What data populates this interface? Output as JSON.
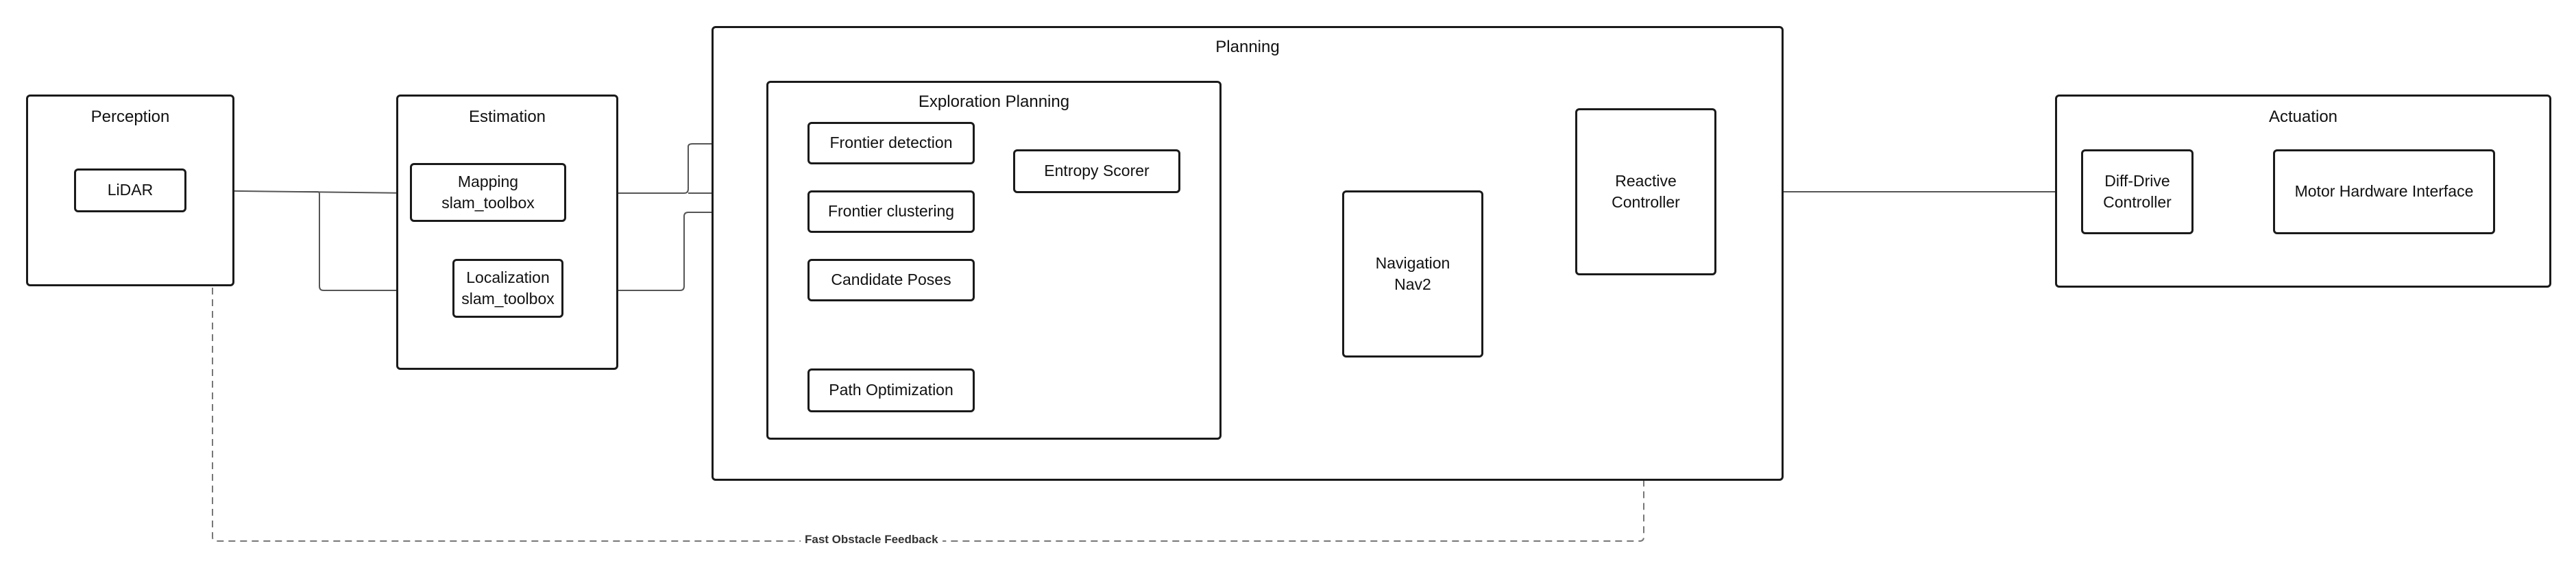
{
  "groups": {
    "perception": "Perception",
    "estimation": "Estimation",
    "planning": "Planning",
    "exploration": "Exploration Planning",
    "actuation": "Actuation"
  },
  "nodes": {
    "lidar": "LiDAR",
    "mapping": "Mapping\nslam_toolbox",
    "localization": "Localization\nslam_toolbox",
    "frontier_detection": "Frontier detection",
    "frontier_clustering": "Frontier clustering",
    "candidate_poses": "Candidate Poses",
    "path_optimization": "Path Optimization",
    "entropy_scorer": "Entropy Scorer",
    "navigation": "Navigation\nNav2",
    "reactive_controller": "Reactive\nController",
    "diff_drive": "Diff-Drive\nController",
    "motor_interface": "Motor Hardware Interface"
  },
  "edges": {
    "fast_feedback_label": "Fast Obstacle Feedback"
  },
  "colors": {
    "stroke": "#1a1a1a",
    "edge": "#555555",
    "dashed_edge": "#777777"
  }
}
